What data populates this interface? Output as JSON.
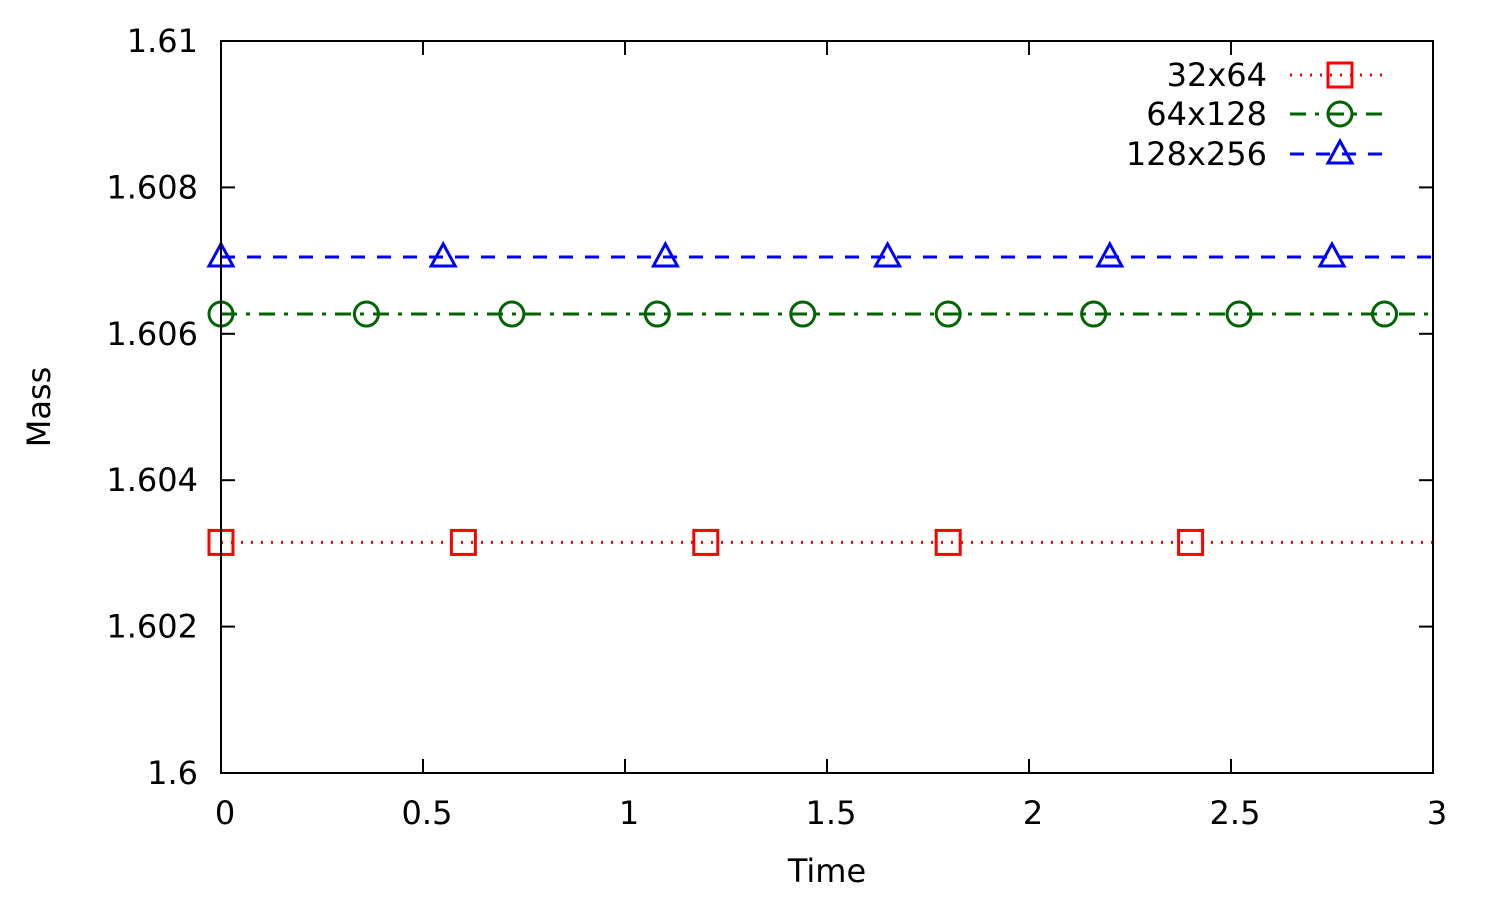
{
  "chart_data": {
    "type": "line",
    "xlabel": "Time",
    "ylabel": "Mass",
    "xlim": [
      0,
      3
    ],
    "ylim": [
      1.6,
      1.61
    ],
    "x_ticks": [
      {
        "value": 0,
        "label": "0"
      },
      {
        "value": 0.5,
        "label": "0.5"
      },
      {
        "value": 1,
        "label": "1"
      },
      {
        "value": 1.5,
        "label": "1.5"
      },
      {
        "value": 2,
        "label": "2"
      },
      {
        "value": 2.5,
        "label": "2.5"
      },
      {
        "value": 3,
        "label": "3"
      }
    ],
    "y_ticks": [
      {
        "value": 1.6,
        "label": "1.6"
      },
      {
        "value": 1.602,
        "label": "1.602"
      },
      {
        "value": 1.604,
        "label": "1.604"
      },
      {
        "value": 1.606,
        "label": "1.606"
      },
      {
        "value": 1.608,
        "label": "1.608"
      },
      {
        "value": 1.61,
        "label": "1.61"
      }
    ],
    "grid": false,
    "legend_position": "top-right",
    "series": [
      {
        "name": "32x64",
        "color": "#ff0000",
        "line_style": "dotted",
        "marker": "square",
        "x": [
          0,
          3
        ],
        "y": [
          1.60315,
          1.60315
        ],
        "marker_x": [
          0,
          0.6,
          1.2,
          1.8,
          2.4
        ]
      },
      {
        "name": "64x128",
        "color": "#006400",
        "line_style": "dash-dot",
        "marker": "circle",
        "x": [
          0,
          3
        ],
        "y": [
          1.60627,
          1.60627
        ],
        "marker_x": [
          0,
          0.36,
          0.72,
          1.08,
          1.44,
          1.8,
          2.16,
          2.52,
          2.88
        ]
      },
      {
        "name": "128x256",
        "color": "#0000ff",
        "line_style": "dashed",
        "marker": "triangle",
        "x": [
          0,
          3
        ],
        "y": [
          1.60705,
          1.60705
        ],
        "marker_x": [
          0,
          0.55,
          1.1,
          1.65,
          2.2,
          2.75
        ]
      }
    ]
  }
}
